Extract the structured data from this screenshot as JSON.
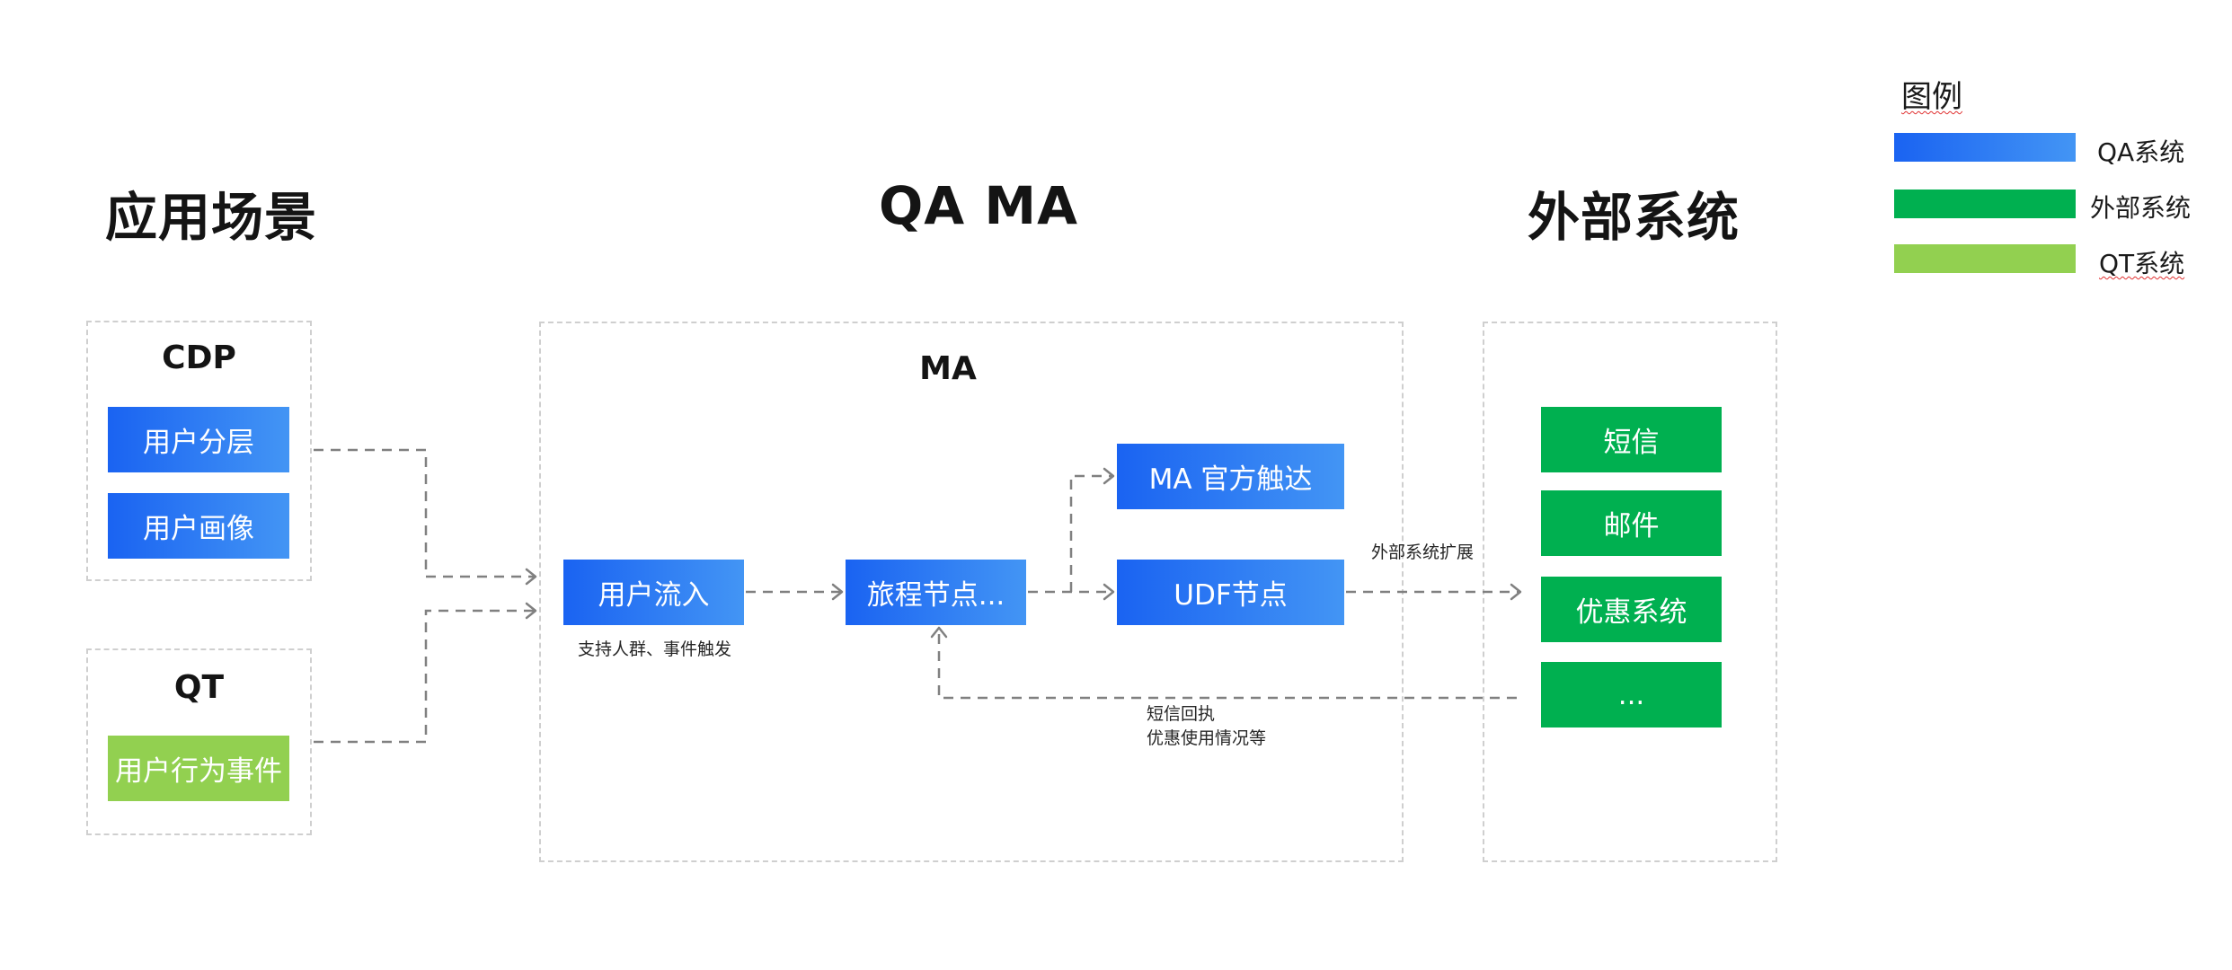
{
  "headings": {
    "scenarios": "应用场景",
    "qa_ma": "QA MA",
    "external": "外部系统"
  },
  "groups": {
    "cdp": {
      "title": "CDP",
      "items": [
        "用户分层",
        "用户画像"
      ]
    },
    "qt": {
      "title": "QT",
      "items": [
        "用户行为事件"
      ]
    },
    "ma": {
      "title": "MA",
      "nodes": {
        "user_inflow": "用户流入",
        "journey_node": "旅程节点...",
        "official_reach": "MA 官方触达",
        "udf_node": "UDF节点"
      },
      "inflow_note": "支持人群、事件触发"
    },
    "external": {
      "items": [
        "短信",
        "邮件",
        "优惠系统",
        "..."
      ]
    }
  },
  "annotations": {
    "external_extension": "外部系统扩展",
    "feedback_line1": "短信回执",
    "feedback_line2": "优惠使用情况等"
  },
  "legend": {
    "title": "图例",
    "items": [
      {
        "label": "QA系统",
        "color": "#1a63f2"
      },
      {
        "label": "外部系统",
        "color": "#00b050"
      },
      {
        "label": "QT系统",
        "color": "#92d050"
      }
    ]
  },
  "colors": {
    "qa_gradient_start": "#1a63f2",
    "qa_gradient_end": "#4395f4",
    "external": "#00b050",
    "qt": "#92d050",
    "connector": "#808080",
    "group_border": "#cfcfcf"
  }
}
